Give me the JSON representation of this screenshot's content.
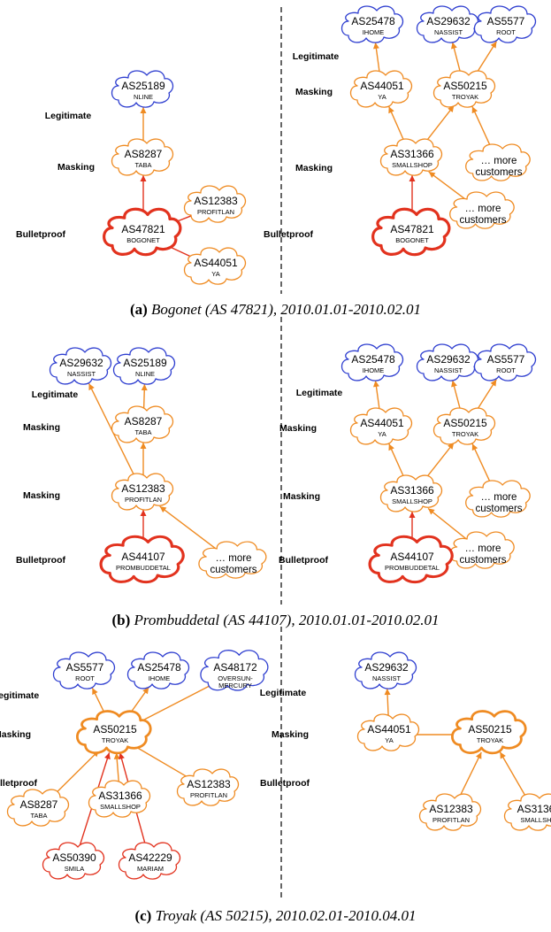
{
  "row_labels": {
    "legitimate": "Legitimate",
    "masking": "Masking",
    "bulletproof": "Bulletproof"
  },
  "colors": {
    "legitimate": "#2f3fd0",
    "masking": "#ef8b22",
    "bulletproof": "#e2321e",
    "edge_orange": "#ef8b22",
    "edge_red": "#e2321e"
  },
  "panels": [
    {
      "id": "a",
      "caption": {
        "tag": "(a)",
        "text": "Bogonet (AS 47821), 2010.01.01-2010.02.01"
      },
      "nodes": [
        {
          "id": "a1",
          "as": "AS25189",
          "name": "NLINE",
          "kind": "legitimate"
        },
        {
          "id": "a2",
          "as": "AS8287",
          "name": "TABA",
          "kind": "masking"
        },
        {
          "id": "a3",
          "as": "AS47821",
          "name": "BOGONET",
          "kind": "bulletproof"
        },
        {
          "id": "a4",
          "as": "AS12383",
          "name": "PROFITLAN",
          "kind": "masking"
        },
        {
          "id": "a5",
          "as": "AS44051",
          "name": "YA",
          "kind": "masking"
        },
        {
          "id": "a6",
          "as": "AS25478",
          "name": "IHOME",
          "kind": "legitimate"
        },
        {
          "id": "a7",
          "as": "AS29632",
          "name": "NASSIST",
          "kind": "legitimate"
        },
        {
          "id": "a8",
          "as": "AS5577",
          "name": "ROOT",
          "kind": "legitimate"
        },
        {
          "id": "a9",
          "as": "AS44051",
          "name": "YA",
          "kind": "masking"
        },
        {
          "id": "a10",
          "as": "AS50215",
          "name": "TROYAK",
          "kind": "masking"
        },
        {
          "id": "a11",
          "as": "AS31366",
          "name": "SMALLSHOP",
          "kind": "masking"
        },
        {
          "id": "a12",
          "more": "… more customers",
          "kind": "masking"
        },
        {
          "id": "a13",
          "more": "… more customers",
          "kind": "masking"
        },
        {
          "id": "a14",
          "as": "AS47821",
          "name": "BOGONET",
          "kind": "bulletproof"
        }
      ],
      "edges": [
        {
          "from": "a3",
          "to": "a2",
          "color": "edge_red",
          "arrow": true
        },
        {
          "from": "a2",
          "to": "a1",
          "color": "edge_orange",
          "arrow": true
        },
        {
          "from": "a3",
          "to": "a4",
          "color": "edge_red",
          "arrow": false
        },
        {
          "from": "a3",
          "to": "a5",
          "color": "edge_red",
          "arrow": false
        },
        {
          "from": "a14",
          "to": "a11",
          "color": "edge_red",
          "arrow": true
        },
        {
          "from": "a11",
          "to": "a9",
          "color": "edge_orange",
          "arrow": true
        },
        {
          "from": "a11",
          "to": "a10",
          "color": "edge_orange",
          "arrow": true
        },
        {
          "from": "a9",
          "to": "a6",
          "color": "edge_orange",
          "arrow": true
        },
        {
          "from": "a10",
          "to": "a7",
          "color": "edge_orange",
          "arrow": true
        },
        {
          "from": "a10",
          "to": "a8",
          "color": "edge_orange",
          "arrow": true
        },
        {
          "from": "a12",
          "to": "a10",
          "color": "edge_orange",
          "arrow": true
        },
        {
          "from": "a13",
          "to": "a11",
          "color": "edge_orange",
          "arrow": true
        }
      ]
    },
    {
      "id": "b",
      "caption": {
        "tag": "(b)",
        "text": "Prombuddetal (AS 44107), 2010.01.01-2010.02.01"
      },
      "nodes": [
        {
          "id": "b1",
          "as": "AS29632",
          "name": "NASSIST",
          "kind": "legitimate"
        },
        {
          "id": "b2",
          "as": "AS25189",
          "name": "NLINE",
          "kind": "legitimate"
        },
        {
          "id": "b3",
          "as": "AS8287",
          "name": "TABA",
          "kind": "masking"
        },
        {
          "id": "b4",
          "as": "AS12383",
          "name": "PROFITLAN",
          "kind": "masking"
        },
        {
          "id": "b5",
          "as": "AS44107",
          "name": "PROMBUDDETAL",
          "kind": "bulletproof"
        },
        {
          "id": "b6",
          "more": "… more customers",
          "kind": "masking"
        },
        {
          "id": "b7",
          "as": "AS25478",
          "name": "IHOME",
          "kind": "legitimate"
        },
        {
          "id": "b8",
          "as": "AS29632",
          "name": "NASSIST",
          "kind": "legitimate"
        },
        {
          "id": "b9",
          "as": "AS5577",
          "name": "ROOT",
          "kind": "legitimate"
        },
        {
          "id": "b10",
          "as": "AS44051",
          "name": "YA",
          "kind": "masking"
        },
        {
          "id": "b11",
          "as": "AS50215",
          "name": "TROYAK",
          "kind": "masking"
        },
        {
          "id": "b12",
          "as": "AS31366",
          "name": "SMALLSHOP",
          "kind": "masking"
        },
        {
          "id": "b13",
          "more": "… more customers",
          "kind": "masking"
        },
        {
          "id": "b14",
          "more": "… more customers",
          "kind": "masking"
        },
        {
          "id": "b15",
          "as": "AS44107",
          "name": "PROMBUDDETAL",
          "kind": "bulletproof"
        }
      ],
      "edges": [
        {
          "from": "b5",
          "to": "b4",
          "color": "edge_red",
          "arrow": true
        },
        {
          "from": "b4",
          "to": "b3",
          "color": "edge_orange",
          "arrow": true
        },
        {
          "from": "b3",
          "to": "b2",
          "color": "edge_orange",
          "arrow": true
        },
        {
          "from": "b4",
          "to": "b1",
          "color": "edge_orange",
          "arrow": true
        },
        {
          "from": "b6",
          "to": "b4",
          "color": "edge_orange",
          "arrow": true
        },
        {
          "from": "b15",
          "to": "b12",
          "color": "edge_red",
          "arrow": true
        },
        {
          "from": "b12",
          "to": "b10",
          "color": "edge_orange",
          "arrow": true
        },
        {
          "from": "b12",
          "to": "b11",
          "color": "edge_orange",
          "arrow": true
        },
        {
          "from": "b10",
          "to": "b7",
          "color": "edge_orange",
          "arrow": true
        },
        {
          "from": "b11",
          "to": "b8",
          "color": "edge_orange",
          "arrow": true
        },
        {
          "from": "b11",
          "to": "b9",
          "color": "edge_orange",
          "arrow": true
        },
        {
          "from": "b13",
          "to": "b11",
          "color": "edge_orange",
          "arrow": true
        },
        {
          "from": "b14",
          "to": "b12",
          "color": "edge_orange",
          "arrow": true
        }
      ]
    },
    {
      "id": "c",
      "caption": {
        "tag": "(c)",
        "text": "Troyak (AS 50215), 2010.02.01-2010.04.01"
      },
      "nodes": [
        {
          "id": "c1",
          "as": "AS5577",
          "name": "ROOT",
          "kind": "legitimate"
        },
        {
          "id": "c2",
          "as": "AS25478",
          "name": "IHOME",
          "kind": "legitimate"
        },
        {
          "id": "c3",
          "as": "AS48172",
          "name": "OVERSUN-\nMERCURY",
          "kind": "legitimate"
        },
        {
          "id": "c4",
          "as": "AS50215",
          "name": "TROYAK",
          "kind": "masking",
          "bold": true
        },
        {
          "id": "c5",
          "as": "AS8287",
          "name": "TABA",
          "kind": "masking"
        },
        {
          "id": "c6",
          "as": "AS31366",
          "name": "SMALLSHOP",
          "kind": "masking"
        },
        {
          "id": "c7",
          "as": "AS12383",
          "name": "PROFITLAN",
          "kind": "masking"
        },
        {
          "id": "c8",
          "as": "AS50390",
          "name": "SMILA",
          "kind": "bulletproof-thin"
        },
        {
          "id": "c9",
          "as": "AS42229",
          "name": "MARIAM",
          "kind": "bulletproof-thin"
        },
        {
          "id": "c10",
          "as": "AS29632",
          "name": "NASSIST",
          "kind": "legitimate"
        },
        {
          "id": "c11",
          "as": "AS44051",
          "name": "YA",
          "kind": "masking"
        },
        {
          "id": "c12",
          "as": "AS50215",
          "name": "TROYAK",
          "kind": "masking",
          "bold": true
        },
        {
          "id": "c13",
          "as": "AS12383",
          "name": "PROFITLAN",
          "kind": "masking"
        },
        {
          "id": "c14",
          "as": "AS3136",
          "name": "SMALLSH",
          "kind": "masking"
        }
      ],
      "edges": [
        {
          "from": "c4",
          "to": "c1",
          "color": "edge_orange",
          "arrow": true
        },
        {
          "from": "c4",
          "to": "c2",
          "color": "edge_orange",
          "arrow": true
        },
        {
          "from": "c4",
          "to": "c3",
          "color": "edge_orange",
          "arrow": false
        },
        {
          "from": "c5",
          "to": "c4",
          "color": "edge_orange",
          "arrow": true
        },
        {
          "from": "c6",
          "to": "c4",
          "color": "edge_orange",
          "arrow": true
        },
        {
          "from": "c7",
          "to": "c4",
          "color": "edge_orange",
          "arrow": false
        },
        {
          "from": "c8",
          "to": "c4",
          "color": "edge_red",
          "arrow": true
        },
        {
          "from": "c9",
          "to": "c4",
          "color": "edge_red",
          "arrow": true
        },
        {
          "from": "c11",
          "to": "c10",
          "color": "edge_orange",
          "arrow": true
        },
        {
          "from": "c11",
          "to": "c12",
          "color": "edge_orange",
          "arrow": false
        },
        {
          "from": "c13",
          "to": "c12",
          "color": "edge_orange",
          "arrow": true
        },
        {
          "from": "c14",
          "to": "c12",
          "color": "edge_orange",
          "arrow": true
        }
      ]
    }
  ]
}
